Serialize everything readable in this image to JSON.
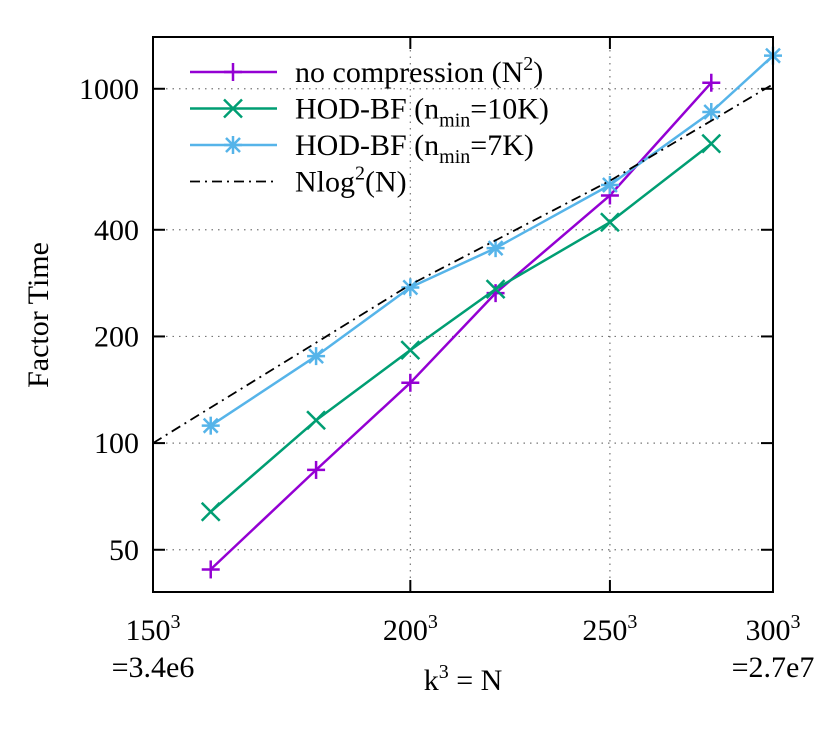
{
  "chart_data": {
    "type": "line",
    "xscale": "log",
    "yscale": "log",
    "x": [
      160,
      180,
      200,
      220,
      250,
      280
    ],
    "xlim": [
      150,
      300
    ],
    "ylim": [
      38,
      1400
    ],
    "xlabel": {
      "base": "k",
      "sup": "3",
      "rest": " = N"
    },
    "ylabel": "Factor Time",
    "x_ticks": [
      {
        "value": 150,
        "base": "150",
        "sup": "3",
        "sub": "=3.4e6"
      },
      {
        "value": 200,
        "base": "200",
        "sup": "3",
        "sub": ""
      },
      {
        "value": 250,
        "base": "250",
        "sup": "3",
        "sub": ""
      },
      {
        "value": 300,
        "base": "300",
        "sup": "3",
        "sub": "=2.7e7"
      }
    ],
    "y_ticks": [
      50,
      100,
      200,
      400,
      1000
    ],
    "grid": true,
    "legend_position": "top-left",
    "series": [
      {
        "name": "no compression (N2)",
        "legend": {
          "pre": "no compression (N",
          "sup": "2",
          "post": ")"
        },
        "color": "#9400d3",
        "marker": "plus",
        "x": [
          160,
          180,
          200,
          220,
          250,
          280
        ],
        "values": [
          44,
          84,
          148,
          265,
          500,
          1040
        ]
      },
      {
        "name": "HOD-BF (nmin=10K)",
        "legend": {
          "pre": "HOD-BF (n",
          "sub": "min",
          "post": "=10K)"
        },
        "color": "#009e73",
        "marker": "x",
        "x": [
          160,
          180,
          200,
          220,
          250,
          280
        ],
        "values": [
          64,
          116,
          183,
          272,
          420,
          700
        ]
      },
      {
        "name": "HOD-BF (nmin=7K)",
        "legend": {
          "pre": "HOD-BF (n",
          "sub": "min",
          "post": "=7K)"
        },
        "color": "#56b4e9",
        "marker": "star",
        "x": [
          160,
          180,
          200,
          220,
          250,
          280,
          300
        ],
        "values": [
          112,
          176,
          275,
          355,
          535,
          860,
          1240
        ]
      },
      {
        "name": "Nlog2(N)",
        "legend": {
          "pre": "Nlog",
          "sup": "2",
          "post": "(N)"
        },
        "color": "#000000",
        "marker": "none",
        "dash": "dashdot",
        "x": [
          150,
          200,
          250,
          300
        ],
        "values": [
          100,
          280,
          550,
          1030
        ]
      }
    ]
  }
}
